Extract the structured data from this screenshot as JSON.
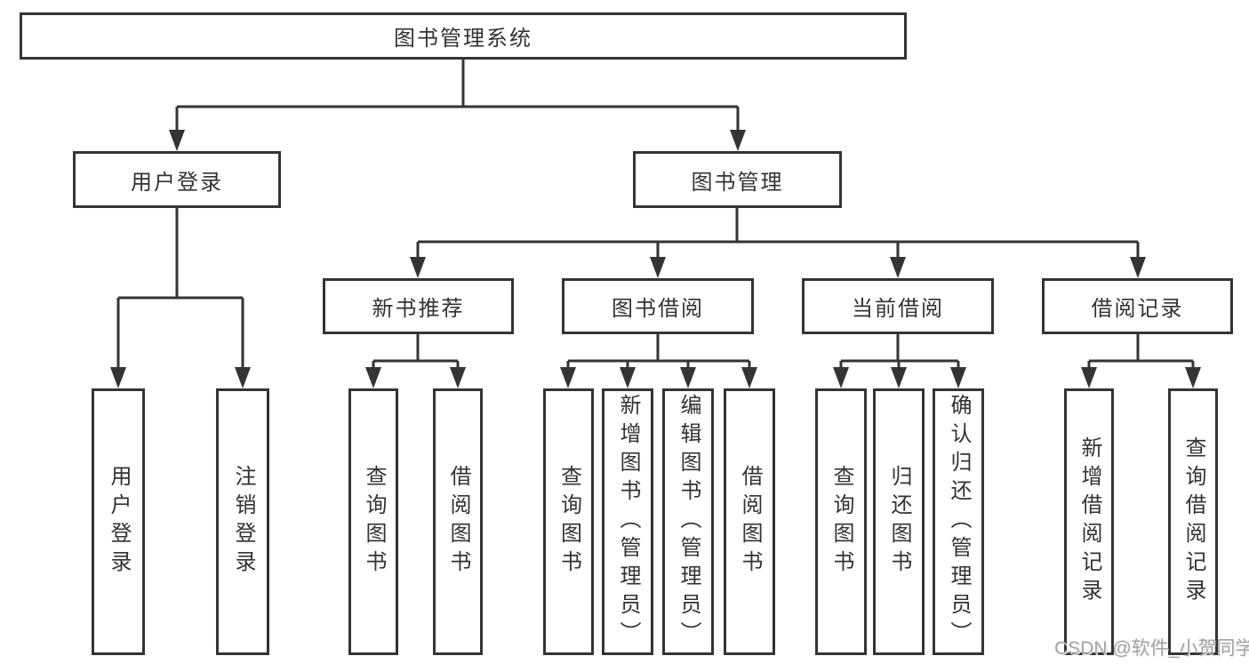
{
  "tree": {
    "root": {
      "label": "图书管理系统"
    },
    "branches": [
      {
        "label": "用户登录",
        "leaves": [
          {
            "label": "用户登录"
          },
          {
            "label": "注销登录"
          }
        ]
      },
      {
        "label": "图书管理",
        "sections": [
          {
            "label": "新书推荐",
            "leaves": [
              {
                "label": "查询图书"
              },
              {
                "label": "借阅图书"
              }
            ]
          },
          {
            "label": "图书借阅",
            "leaves": [
              {
                "label": "查询图书"
              },
              {
                "label": "新增图书（管理员）"
              },
              {
                "label": "编辑图书（管理员）"
              },
              {
                "label": "借阅图书"
              }
            ]
          },
          {
            "label": "当前借阅",
            "leaves": [
              {
                "label": "查询图书"
              },
              {
                "label": "归还图书"
              },
              {
                "label": "确认归还（管理员）"
              }
            ]
          },
          {
            "label": "借阅记录",
            "leaves": [
              {
                "label": "新增借阅记录"
              },
              {
                "label": "查询借阅记录"
              }
            ]
          }
        ]
      }
    ]
  },
  "watermark": "CSDN @软件_小贺同学",
  "colors": {
    "line": "#343434",
    "text": "#333333",
    "background": "#ffffff",
    "watermark": "#a6a6a6"
  }
}
